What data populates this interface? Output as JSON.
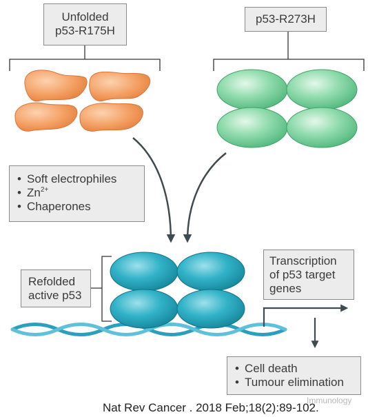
{
  "labels": {
    "unfolded_line1": "Unfolded",
    "unfolded_line2": "p53-R175H",
    "r273h": "p53-R273H",
    "refolded_line1": "Refolded",
    "refolded_line2": "active p53",
    "transcription_line1": "Transcription",
    "transcription_line2": "of p53 target",
    "transcription_line3": "genes"
  },
  "treatments": {
    "item1": "Soft electrophiles",
    "item2_base": "Zn",
    "item2_sup": "2+",
    "item3": "Chaperones"
  },
  "outcomes": {
    "item1": "Cell death",
    "item2": "Tumour elimination"
  },
  "citation": "Nat Rev Cancer . 2018 Feb;18(2):89-102.",
  "watermark": "Immunology",
  "colors": {
    "unfolded_fill": "#f4a064",
    "r273h_fill": "#7fd6a0",
    "refolded_fill": "#26a8bd",
    "dna": "#2a9fc0",
    "arrow": "#3f4b50",
    "bracket": "#333333"
  }
}
